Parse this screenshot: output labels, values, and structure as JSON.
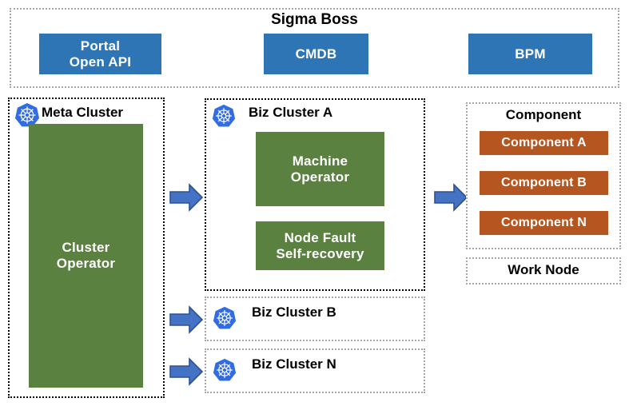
{
  "diagram": {
    "title": "Sigma Boss",
    "colors": {
      "blue": "#2E75B6",
      "green": "#5B8140",
      "orange": "#B5551F",
      "arrow_fill": "#4472C4",
      "arrow_stroke": "#2F528F",
      "k8s_blue": "#326CE5",
      "border_gray": "#A6A6A6",
      "border_black": "#000000"
    }
  },
  "header": {
    "title": "Sigma Boss",
    "services": [
      {
        "id": "portal-open-api",
        "line1": "Portal",
        "line2": "Open API"
      },
      {
        "id": "cmdb",
        "line1": "CMDB",
        "line2": ""
      },
      {
        "id": "bpm",
        "line1": "BPM",
        "line2": ""
      }
    ]
  },
  "meta_cluster": {
    "title": "Meta Cluster",
    "icon": "kubernetes-icon",
    "operator": {
      "line1": "Cluster",
      "line2": "Operator"
    }
  },
  "biz_cluster_a": {
    "title": "Biz Cluster A",
    "icon": "kubernetes-icon",
    "workloads": [
      {
        "id": "machine-operator",
        "line1": "Machine",
        "line2": "Operator"
      },
      {
        "id": "node-fault-self-recovery",
        "line1": "Node Fault",
        "line2": "Self-recovery"
      }
    ]
  },
  "biz_cluster_b": {
    "title": "Biz Cluster B",
    "icon": "kubernetes-icon"
  },
  "biz_cluster_n": {
    "title": "Biz Cluster N",
    "icon": "kubernetes-icon"
  },
  "component_group": {
    "title": "Component",
    "items": [
      {
        "id": "component-a",
        "label": "Component A"
      },
      {
        "id": "component-b",
        "label": "Component B"
      },
      {
        "id": "component-n",
        "label": "Component N"
      }
    ]
  },
  "work_node": {
    "title": "Work Node"
  },
  "arrows": [
    {
      "id": "arrow-meta-to-biz-a",
      "icon": "arrow-right-icon"
    },
    {
      "id": "arrow-meta-to-biz-b",
      "icon": "arrow-right-icon"
    },
    {
      "id": "arrow-meta-to-biz-n",
      "icon": "arrow-right-icon"
    },
    {
      "id": "arrow-biz-a-to-component",
      "icon": "arrow-right-icon"
    }
  ]
}
